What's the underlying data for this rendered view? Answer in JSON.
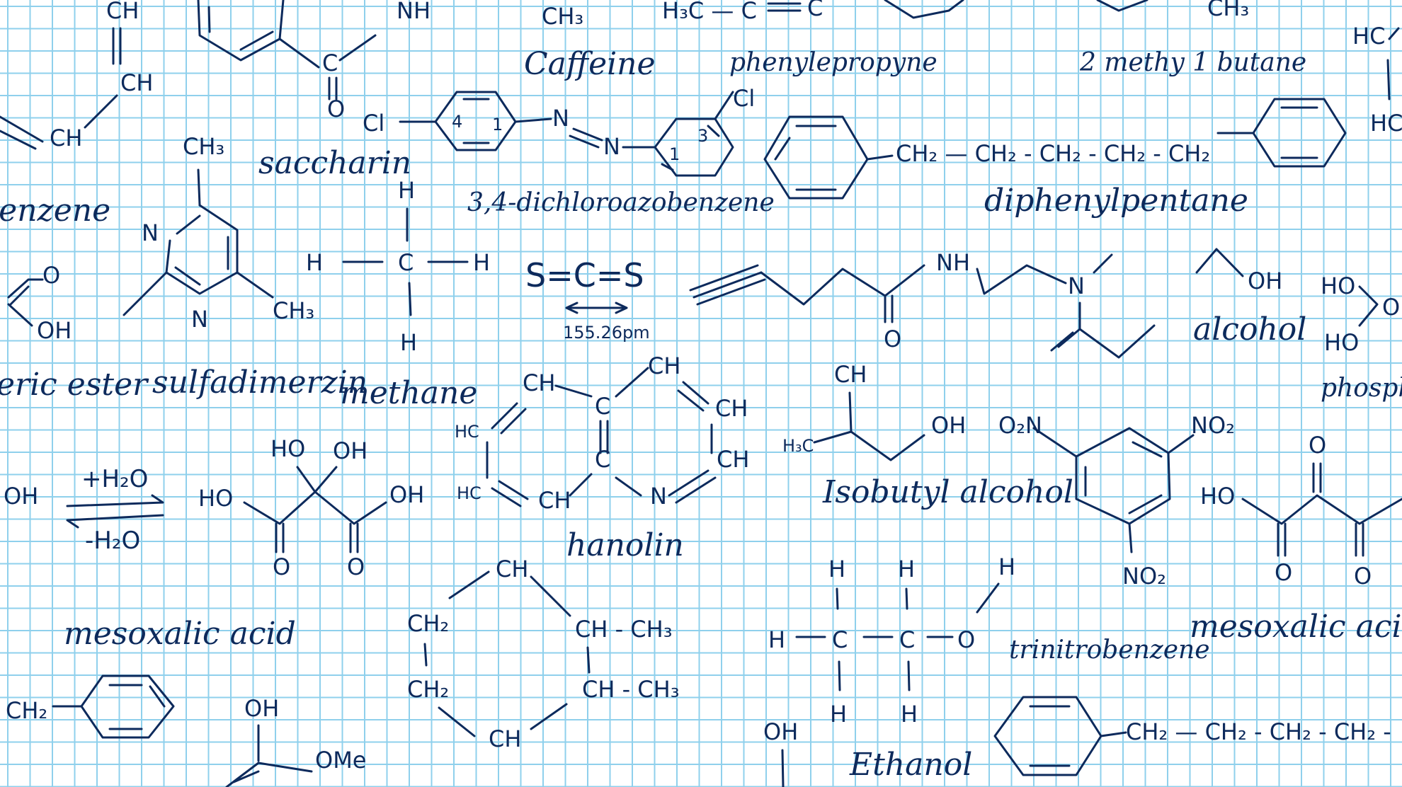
{
  "labels": {
    "caffeine": "Caffeine",
    "phenylpropyne": "phenylepropyne",
    "methylbutane": "2 methy 1 butane",
    "saccharin": "saccharin",
    "dichloroazobenzene": "3,4-dichloroazobenzene",
    "diphenylpentane": "diphenylpentane",
    "benzene_left": "benzene",
    "sulfadimerzin": "sulfadimerzin",
    "methane": "methane",
    "alcohol": "alcohol",
    "ester_left": "eric ester",
    "bond_length": "155.26pm",
    "phosphoric": "phospho",
    "hanolin": "hanolin",
    "isobutyl_alcohol": "Isobutyl alcohol",
    "mesoxalic_acid_left": "mesoxalic acid",
    "mesoxalic_acid_right": "mesoxalic acid",
    "trinitrobenzene": "trinitrobenzene",
    "ethanol": "Ethanol"
  },
  "formulas": {
    "carbon_disulfide": "S=C=S",
    "plus_water": "+H₂O",
    "minus_water": "-H₂O"
  },
  "atoms": {
    "ch3": "CH₃",
    "ch": "CH",
    "ch2": "CH₂",
    "nh": "NH",
    "n": "N",
    "o": "O",
    "h": "H",
    "c": "C",
    "cl": "Cl",
    "oh": "OH",
    "ho": "HO",
    "hc": "HC",
    "h3c": "H₃C",
    "no2": "NO₂",
    "o2n": "O₂N",
    "ome": "OMe",
    "one": "1",
    "three": "3",
    "four": "4",
    "diphenyl_chain": "CH₂ — CH₂ - CH₂ - CH₂ - CH₂",
    "bottom_chain": "CH₂ — CH₂ - CH₂ - CH₂ -",
    "ch_ch3": "CH - CH₃",
    "partial_h3c_c": "H₃C — C"
  },
  "colors": {
    "ink": "#0d2a5c",
    "grid": "#8fd0ec",
    "paper": "#ffffff"
  }
}
